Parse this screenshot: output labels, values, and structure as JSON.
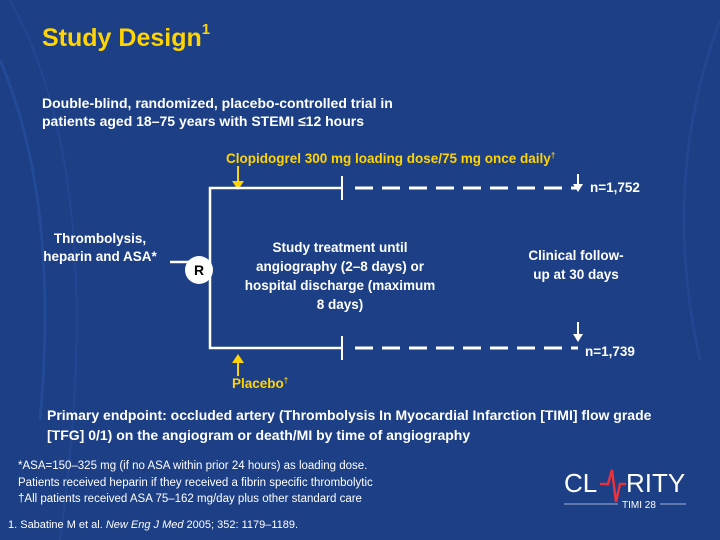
{
  "slide": {
    "title": "Study Design",
    "title_sup": "1",
    "subtitle_line1": "Double-blind, randomized, placebo-controlled trial in",
    "subtitle_line2": "patients aged 18–75 years with STEMI ≤12 hours"
  },
  "diagram": {
    "clopidogrel_label": "Clopidogrel 300 mg loading dose/75 mg once daily",
    "clopidogrel_mark": "†",
    "n_top": "n=1,752",
    "n_bottom": "n=1,739",
    "thrombolysis_label": "Thrombolysis, heparin and ASA*",
    "randomization": "R",
    "study_treatment": "Study treatment until angiography (2–8 days) or hospital discharge (maximum 8 days)",
    "clinical_followup": "Clinical follow-up at 30 days",
    "placebo_label": "Placebo",
    "placebo_mark": "†",
    "arrow_color": "#ffd400",
    "line_color": "#ffffff"
  },
  "primary_endpoint": "Primary endpoint: occluded artery (Thrombolysis In Myocardial Infarction [TIMI] flow grade [TFG] 0/1) on the angiogram or death/MI by time of angiography",
  "footnotes": {
    "line1": "*ASA=150–325 mg (if no ASA within prior 24 hours) as loading dose.",
    "line2": "Patients received heparin if they received a fibrin specific thrombolytic",
    "line3": "†All patients received ASA 75–162 mg/day plus other standard care"
  },
  "reference": {
    "authors": "1. Sabatine M et al. ",
    "journal": "New Eng J Med",
    "details": " 2005; 352: 1179–1189."
  },
  "logo": {
    "text_left": "CL",
    "text_right": "RITY",
    "sub": "TIMI 28",
    "accent": "#e8323c"
  },
  "colors": {
    "background": "#1c3f86",
    "title": "#ffd400",
    "text": "#ffffff"
  }
}
